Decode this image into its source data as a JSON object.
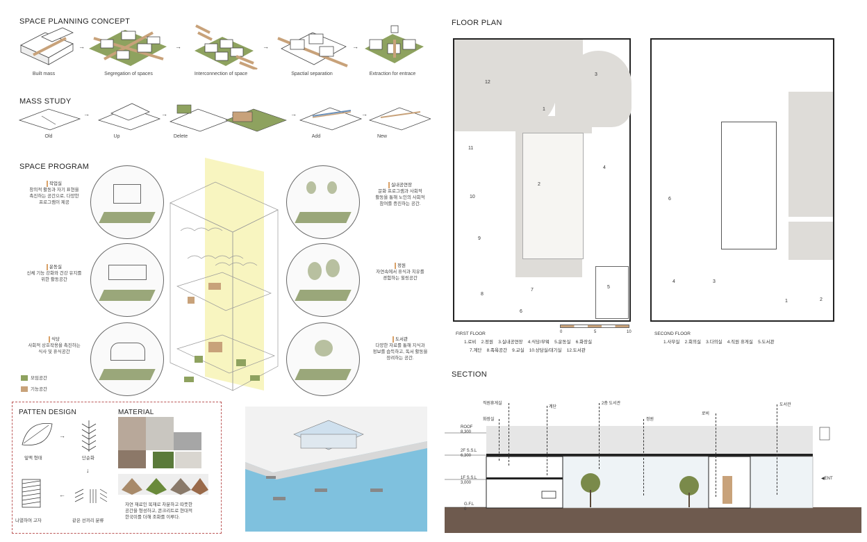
{
  "headings": {
    "space_planning": "SPACE PLANNING CONCEPT",
    "mass_study": "MASS STUDY",
    "space_program": "SPACE PROGRAM",
    "pattern_design": "PATTEN DESIGN",
    "material": "MATERIAL",
    "floor_plan": "FLOOR PLAN",
    "section": "SECTION"
  },
  "planning_steps": [
    "Built mass",
    "Segregation of spaces",
    "Interconnection of space",
    "Spactial  separation",
    "Extraction for entrace"
  ],
  "mass_steps": [
    "Old",
    "Up",
    "Delete",
    "Add",
    "New"
  ],
  "program": {
    "workroom": {
      "title": "작업실",
      "desc": "창의적 활동과 자기 표현을\n촉진하는 공간으로, 다양한\n프로그램이 제공"
    },
    "indoor_hall": {
      "title": "실내공연장",
      "desc": "문화 프로그램과 사회적\n활동을 통해 노인의 사회적\n참여를 증진하는 공간."
    },
    "gym": {
      "title": "운동실",
      "desc": "신체 기능 강화와 건강 유지를\n위한 활동공간"
    },
    "garden": {
      "title": "정원",
      "desc": "자연속에서 휴식과 치유를\n경험하는 힐링공간"
    },
    "dining": {
      "title": "식당",
      "desc": "사회적 상호작용을 촉진하는\n식사 및 휴식공간"
    },
    "library": {
      "title": "도서관",
      "desc": "다양한 자료를 통해 지식과\n정보를 습득하고, 독서 활동을\n장려하는 공간."
    },
    "legend_assembly": "모임공간",
    "legend_function": "기능공간"
  },
  "pattern": {
    "leaf": "잎맥 형태",
    "simplify": "단순화",
    "arrange": "나열하여 고자",
    "separate": "같은 선끼리 분류"
  },
  "material_desc": "자연  재료인  목재로  차분하고  따뜻한\n공간을  형성하고,  콘크리트로  현대적\n한국미를 더해 조화를 이루다.",
  "floor_plan": {
    "first_title": "FIRST FLOOR",
    "first_legend_1": "1.로비    2.정원    3.실내공연장    4.식당/부엌    5.운동실    6.화장실",
    "first_legend_2": "7.계단    8.족욕공간    9.교실    10.상담실/대기실    12.도서관",
    "second_title": "SECOND FLOOR",
    "second_legend": "1.사무실    2.회의실    3.다의실    4.직원 휴게실    5.도서관",
    "scale": [
      "0",
      "5",
      "10"
    ],
    "first_rooms": [
      "12",
      "3",
      "1",
      "11",
      "4",
      "2",
      "10",
      "9",
      "8",
      "7",
      "6",
      "5"
    ],
    "second_rooms": [
      "6",
      "4",
      "3",
      "2",
      "1"
    ]
  },
  "section": {
    "labels": [
      "직원휴게실",
      "계단",
      "2층 도서관",
      "화장실",
      "정원",
      "로비",
      "도서관"
    ],
    "roof": "ROOF",
    "roof_val": "8,300",
    "f2": "2F S.S.L",
    "f2_val": "6,300",
    "f1": "1F S.S.L",
    "f1_val": "3,000",
    "gl": "G.F.L",
    "gl_val": "0",
    "ent": "ENT"
  },
  "colors": {
    "green": "#8ea25f",
    "tan": "#c8a27a",
    "yellow": "#f3ec8c",
    "plan_gray": "#dedcd8",
    "ground": "#6e5a4e",
    "water": "#7fc1de"
  }
}
